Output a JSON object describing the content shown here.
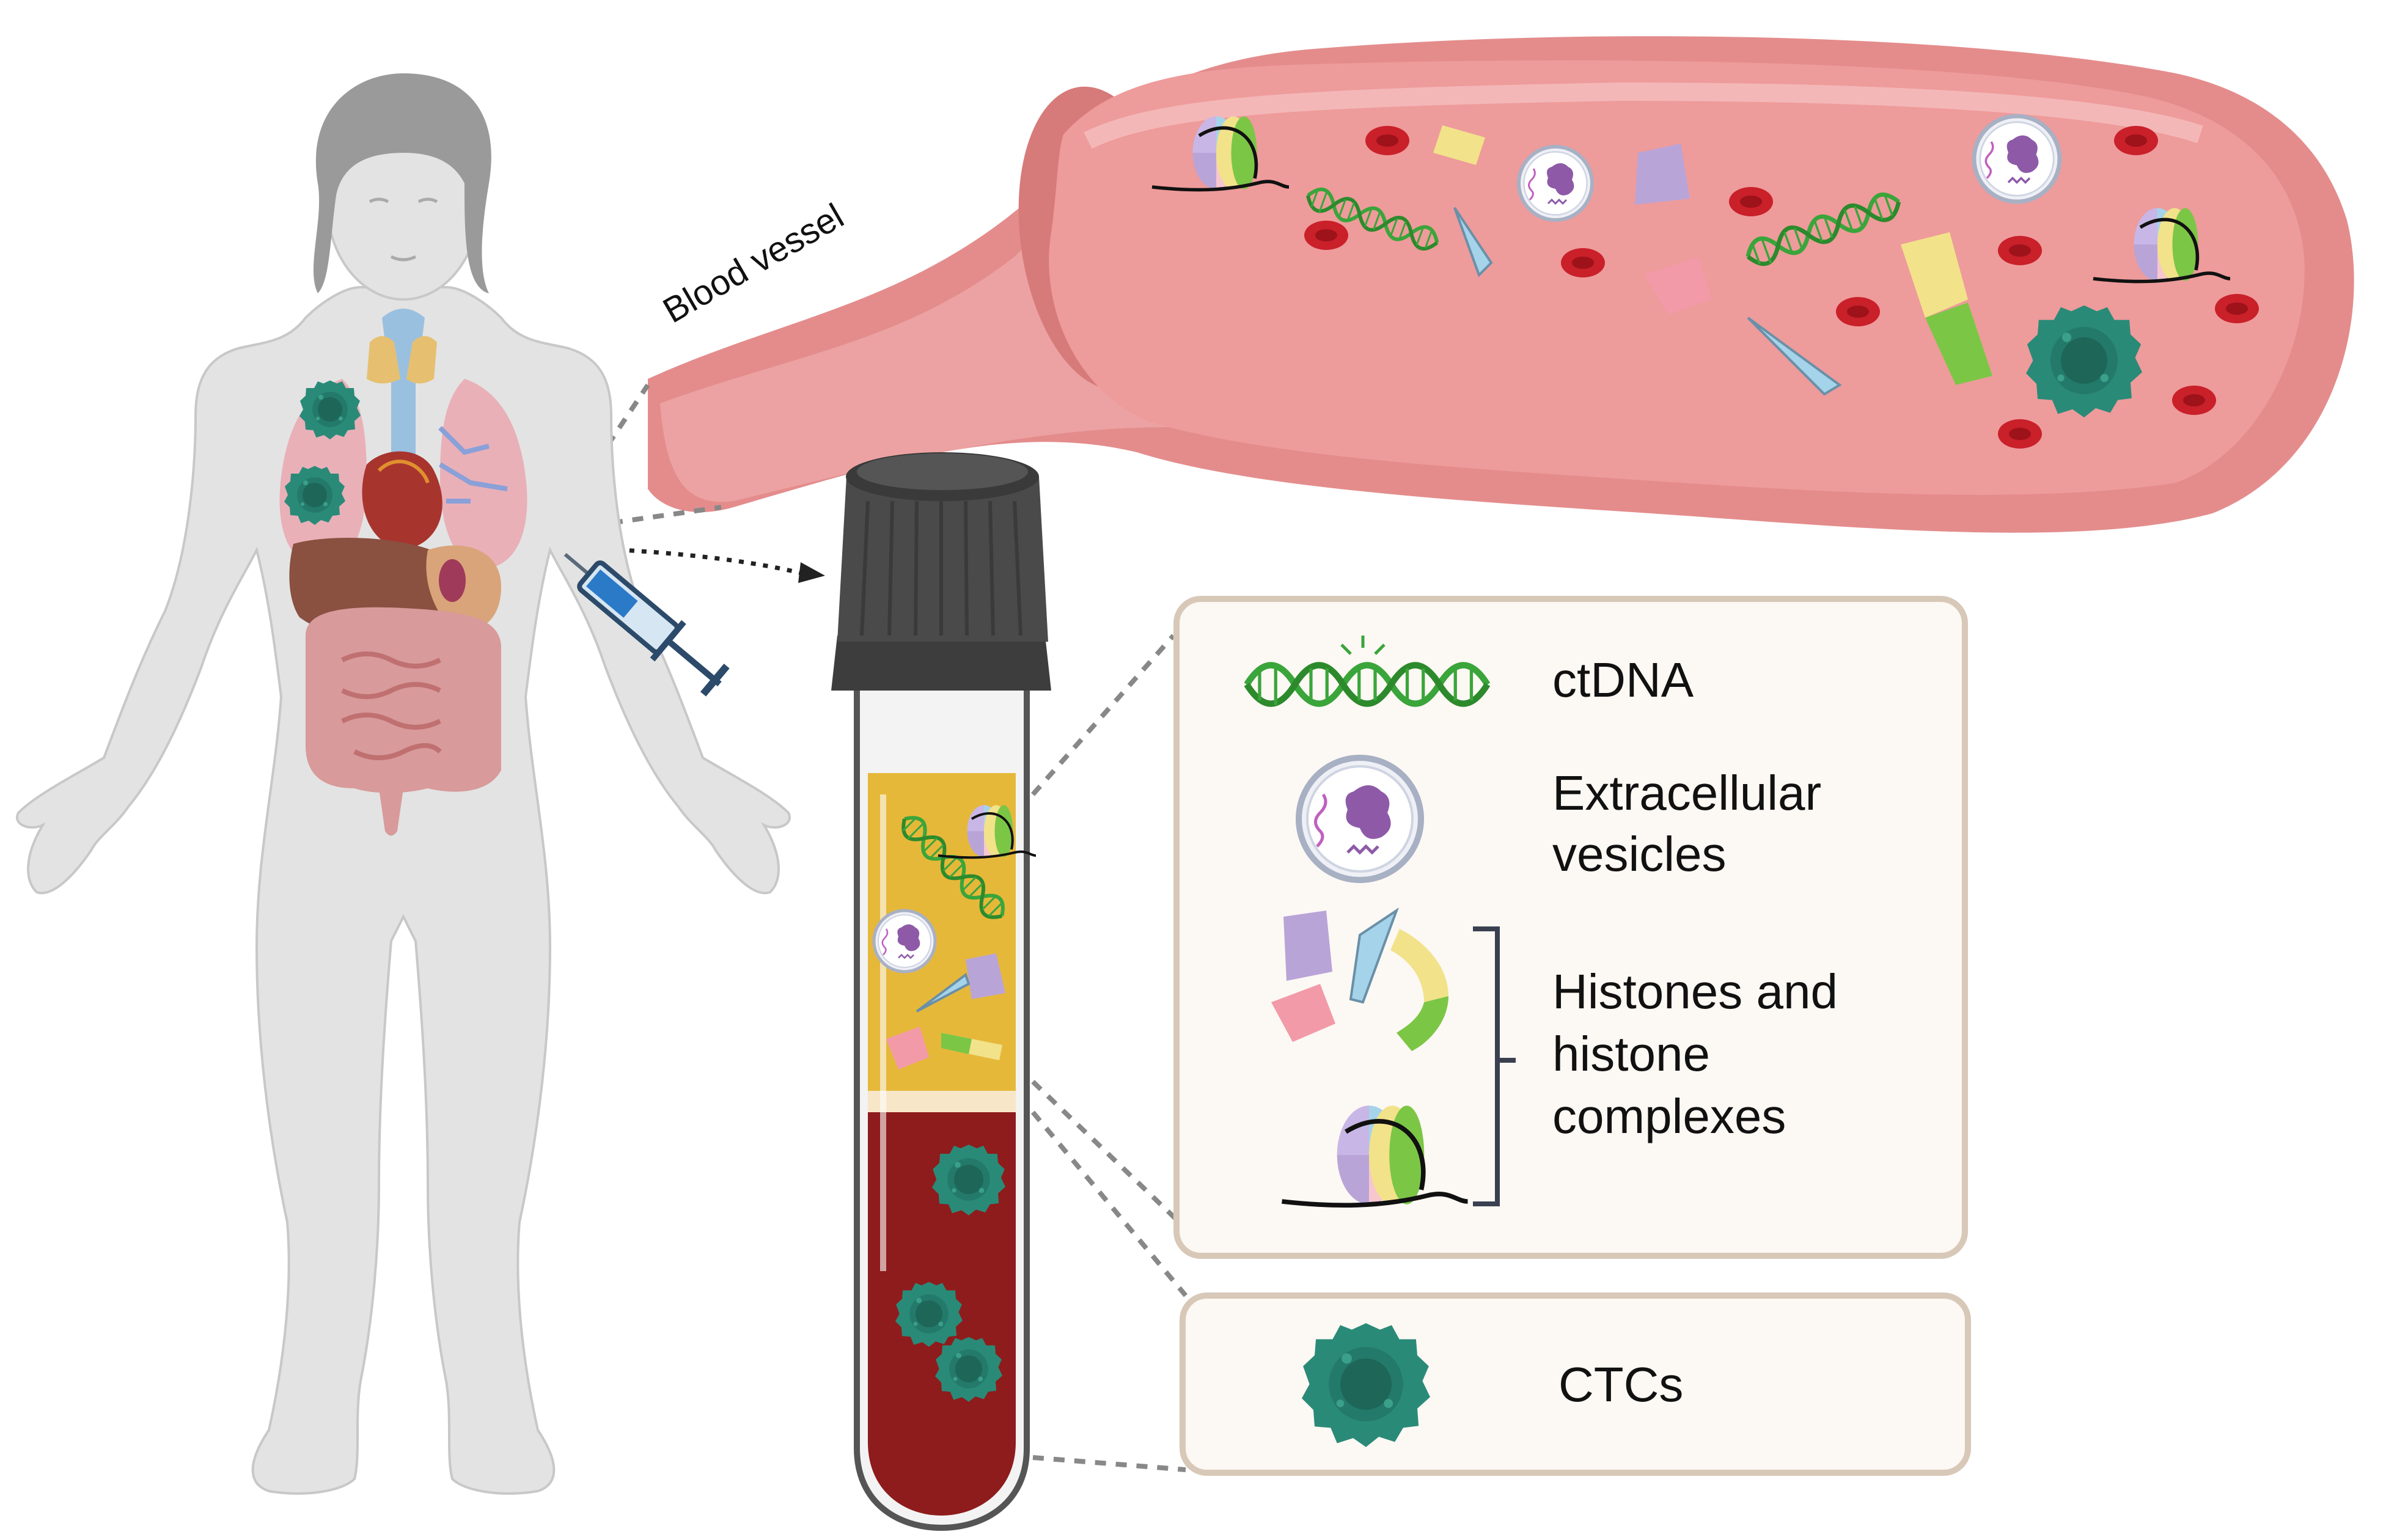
{
  "vessel_label": "Blood vessel",
  "legend": {
    "ctdna": "ctDNA",
    "ev_line1": "Extracellular",
    "ev_line2": "vesicles",
    "hist_line1": "Histones and",
    "hist_line2": "histone",
    "hist_line3": "complexes",
    "ctc": "CTCs"
  },
  "colors": {
    "skin": "#e3e3e3",
    "vessel": "#e89a9a",
    "vessel_lumen": "#ef9d9d",
    "plasma": "#e6b83a",
    "blood": "#8e1c1c",
    "cap": "#4a4a4a",
    "ctc": "#2a8a78",
    "dna": "#3aa53a",
    "panel_bg": "#fcf8f3",
    "panel_border": "#d8c8b8"
  }
}
